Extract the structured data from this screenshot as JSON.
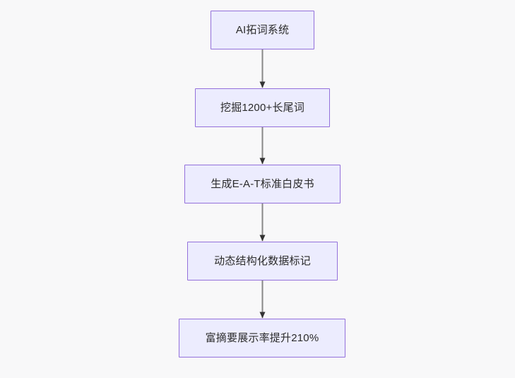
{
  "diagram": {
    "type": "flowchart",
    "direction": "top-to-bottom",
    "background_color": "#f8f8f9",
    "node_fill_color": "#ececfe",
    "node_border_color": "#9370db",
    "node_text_color": "#2b2b2b",
    "edge_color": "#888888",
    "nodes": [
      {
        "id": "n0",
        "label": "AI拓词系统"
      },
      {
        "id": "n1",
        "label": "挖掘1200+长尾词"
      },
      {
        "id": "n2",
        "label": "生成E-A-T标准白皮书"
      },
      {
        "id": "n3",
        "label": "动态结构化数据标记"
      },
      {
        "id": "n4",
        "label": "富摘要展示率提升210%"
      }
    ],
    "edges": [
      {
        "from": "n0",
        "to": "n1",
        "label": ""
      },
      {
        "from": "n1",
        "to": "n2",
        "label": ""
      },
      {
        "from": "n2",
        "to": "n3",
        "label": ""
      },
      {
        "from": "n3",
        "to": "n4",
        "label": ""
      }
    ]
  }
}
